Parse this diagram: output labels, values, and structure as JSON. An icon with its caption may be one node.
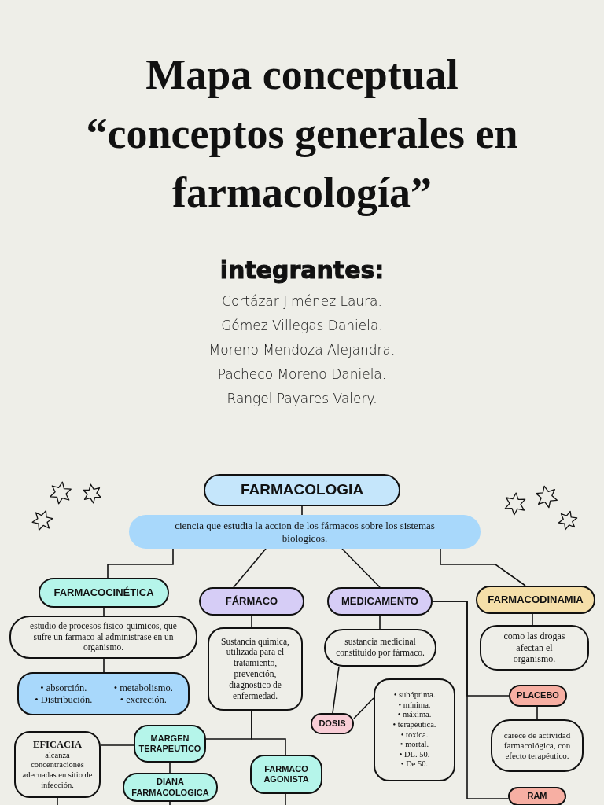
{
  "diagram": {
    "title": "Mapa conceptual “conceptos generales en farmacología”",
    "nodes": [
      {
        "text": [
          "FARMACOLOGIA"
        ]
      },
      {
        "text": [
          "ciencia que estudia la accion de los fármacos sobre los sistemas biologicos."
        ]
      },
      {
        "text": [
          "FARMACOCINÉTICA"
        ]
      },
      {
        "text": [
          "FÁRMACO"
        ]
      },
      {
        "text": [
          "MEDICAMENTO"
        ]
      },
      {
        "text": [
          "FARMACODINAMIA"
        ]
      },
      {
        "text": [
          "estudio de procesos fisico-quimicos, que sufre un farmaco al administrase en un organismo."
        ]
      },
      {
        "text": [
          "• absorción.",
          "• metabolismo.",
          "• Distribución.",
          "• excreción."
        ]
      },
      {
        "text": [
          "Sustancia química, utilizada para el tratamiento, prevención, diagnostico de enfermedad."
        ]
      },
      {
        "text": [
          "sustancia medicinal constituido por fármaco."
        ]
      },
      {
        "text": [
          "como las drogas afectan el organismo."
        ]
      },
      {
        "text": [
          "DOSIS"
        ]
      },
      {
        "text": [
          "• subóptima.",
          "• mínima.",
          "• máxima.",
          "• terapéutica.",
          "• toxica.",
          "• mortal.",
          "• DL. 50.",
          "• De 50."
        ]
      },
      {
        "text": [
          "PLACEBO"
        ]
      },
      {
        "text": [
          "carece de actividad farmacológica, con efecto terapéutico."
        ]
      },
      {
        "text": [
          "EFICACIA",
          "alcanza concentraciones adecuadas en sitio de infección."
        ]
      },
      {
        "text": [
          "MARGEN TERAPEUTICO"
        ]
      },
      {
        "text": [
          "DIANA FARMACOLOGICA"
        ]
      },
      {
        "text": [
          "FARMACO AGONISTA"
        ]
      },
      {
        "text": [
          "RAM"
        ]
      }
    ],
    "edges": [
      {
        "from": 0,
        "to": 1,
        "arrow": "none"
      },
      {
        "from": 1,
        "to": 2,
        "arrow": "none"
      },
      {
        "from": 1,
        "to": 3,
        "arrow": "none"
      },
      {
        "from": 1,
        "to": 4,
        "arrow": "none"
      },
      {
        "from": 1,
        "to": 5,
        "arrow": "none"
      },
      {
        "from": 2,
        "to": 6,
        "arrow": "none"
      },
      {
        "from": 6,
        "to": 7,
        "arrow": "none"
      },
      {
        "from": 3,
        "to": 8,
        "arrow": "none"
      },
      {
        "from": 4,
        "to": 9,
        "arrow": "none"
      },
      {
        "from": 5,
        "to": 10,
        "arrow": "none"
      },
      {
        "from": 9,
        "to": 11,
        "arrow": "none"
      },
      {
        "from": 11,
        "to": 12,
        "arrow": "none"
      },
      {
        "from": 4,
        "to": 13,
        "arrow": "none"
      },
      {
        "from": 4,
        "to": 19,
        "arrow": "none"
      },
      {
        "from": 13,
        "to": 14,
        "arrow": "none"
      },
      {
        "from": 8,
        "to": 16,
        "arrow": "none"
      },
      {
        "from": 8,
        "to": 18,
        "arrow": "none"
      },
      {
        "from": 16,
        "to": 15,
        "arrow": "none"
      },
      {
        "from": 16,
        "to": 17,
        "arrow": "none"
      },
      {
        "from": 15,
        "to": null,
        "arrow": "none"
      },
      {
        "from": 17,
        "to": null,
        "arrow": "none"
      },
      {
        "from": 18,
        "to": null,
        "arrow": "none"
      }
    ],
    "labels": [
      "integrantes:",
      "Cortázar Jiménez Laura.",
      "Gómez Villegas Daniela.",
      "Moreno Mendoza Alejandra.",
      "Pacheco Moreno Daniela.",
      "Rangel Payares Valery."
    ]
  }
}
